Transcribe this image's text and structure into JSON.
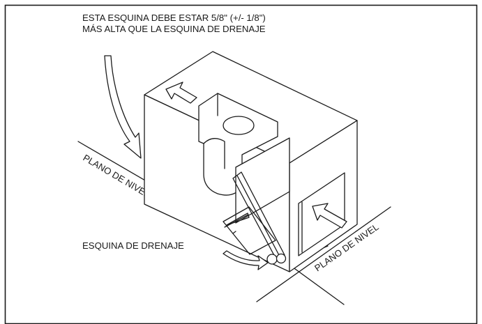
{
  "labels": {
    "high_corner_line1": "ESTA ESQUINA DEBE ESTAR 5/8\" (+/- 1/8\")",
    "high_corner_line2": "MÁS ALTA QUE LA ESQUINA DE DRENAJE",
    "level_plane_left": "PLANO DE NIVEL",
    "level_plane_right": "PLANO DE NIVEL",
    "drain_corner": "ESQUINA DE DRENAJE"
  },
  "colors": {
    "ink": "#1a1a1a",
    "background": "#ffffff"
  }
}
